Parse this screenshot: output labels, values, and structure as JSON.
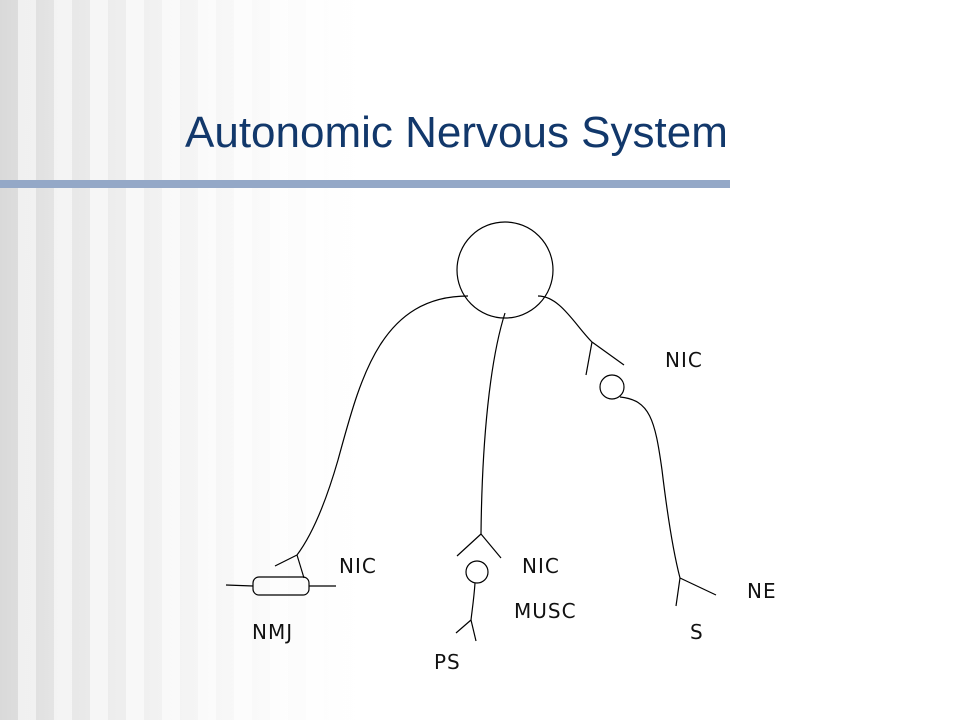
{
  "slide": {
    "title": "Autonomic Nervous System"
  },
  "diagram": {
    "labels": {
      "nic_top": "NIC",
      "nic_left": "NIC",
      "nic_mid": "NIC",
      "musc": "MUSC",
      "ne": "NE",
      "nmj": "NMJ",
      "ps": "PS",
      "s": "S"
    }
  }
}
